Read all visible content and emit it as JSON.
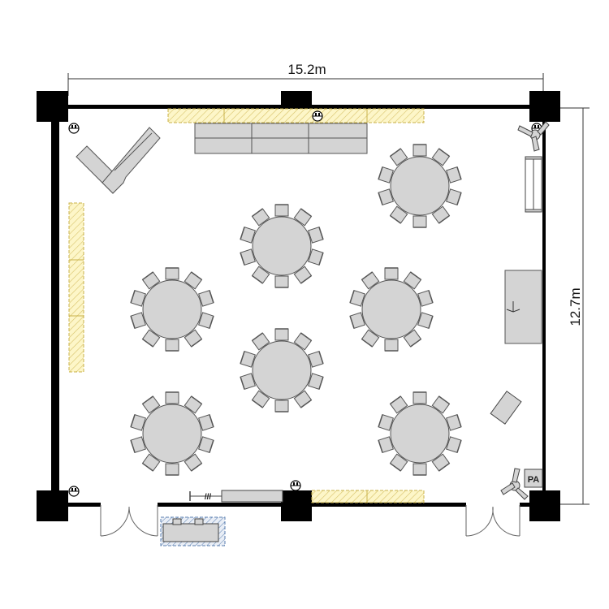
{
  "dimensions": {
    "width_label": "15.2m",
    "height_label": "12.7m"
  },
  "equipment": {
    "pa_label": "PA"
  },
  "round_tables": [
    {
      "id": "table-1",
      "chairs": 10
    },
    {
      "id": "table-2",
      "chairs": 10
    },
    {
      "id": "table-3",
      "chairs": 10
    },
    {
      "id": "table-4",
      "chairs": 10
    },
    {
      "id": "table-5",
      "chairs": 10
    },
    {
      "id": "table-6",
      "chairs": 10
    },
    {
      "id": "table-7",
      "chairs": 10
    }
  ],
  "colors": {
    "wall": "#000000",
    "furniture_fill": "#d4d4d4",
    "furniture_stroke": "#555555",
    "hatch_fill": "#fdf6c8",
    "hatch_stroke": "#c9b24a",
    "blue_hatch": "#5a7fb0"
  }
}
